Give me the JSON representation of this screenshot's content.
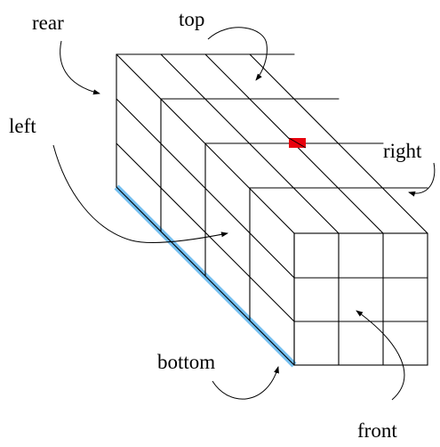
{
  "labels": {
    "rear": "rear",
    "top": "top",
    "left": "left",
    "right": "right",
    "bottom": "bottom",
    "front": "front"
  },
  "colors": {
    "edge_highlight": "#74bff0",
    "marker": "#e8000d",
    "line": "#000000"
  }
}
